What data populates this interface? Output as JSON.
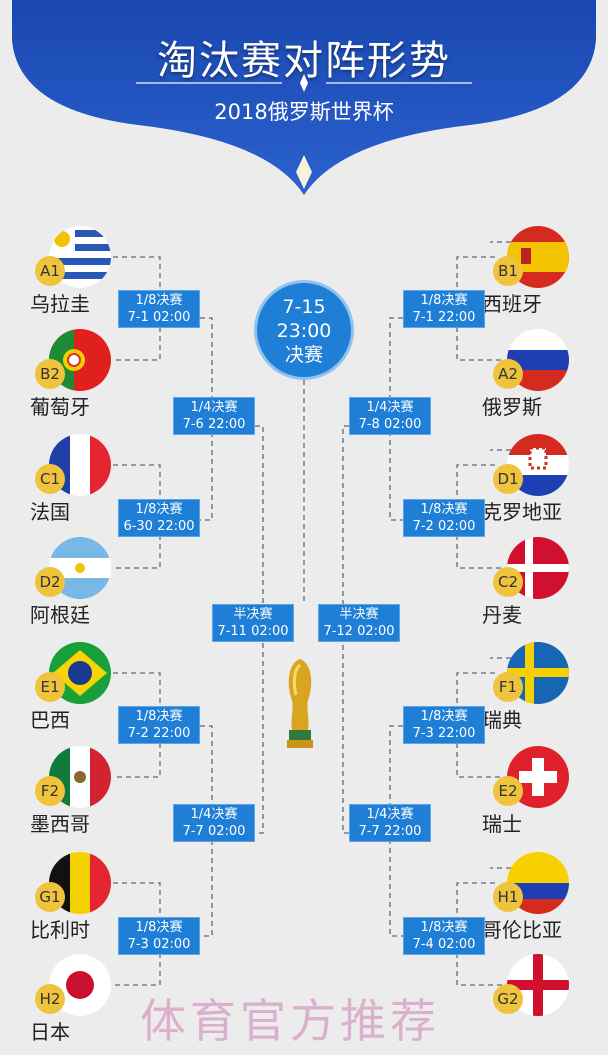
{
  "header": {
    "title": "淘汰赛对阵形势",
    "subtitle": "2018俄罗斯世界杯"
  },
  "final": {
    "date": "7-15",
    "time": "23:00",
    "label": "决赛"
  },
  "left_teams": [
    {
      "seed": "A1",
      "name": "乌拉圭",
      "flag": "uruguay"
    },
    {
      "seed": "B2",
      "name": "葡萄牙",
      "flag": "portugal"
    },
    {
      "seed": "C1",
      "name": "法国",
      "flag": "france"
    },
    {
      "seed": "D2",
      "name": "阿根廷",
      "flag": "argentina"
    },
    {
      "seed": "E1",
      "name": "巴西",
      "flag": "brazil"
    },
    {
      "seed": "F2",
      "name": "墨西哥",
      "flag": "mexico"
    },
    {
      "seed": "G1",
      "name": "比利时",
      "flag": "belgium"
    },
    {
      "seed": "H2",
      "name": "日本",
      "flag": "japan"
    }
  ],
  "right_teams": [
    {
      "seed": "B1",
      "name": "西班牙",
      "flag": "spain"
    },
    {
      "seed": "A2",
      "name": "俄罗斯",
      "flag": "russia"
    },
    {
      "seed": "D1",
      "name": "克罗地亚",
      "flag": "croatia"
    },
    {
      "seed": "C2",
      "name": "丹麦",
      "flag": "denmark"
    },
    {
      "seed": "F1",
      "name": "瑞典",
      "flag": "sweden"
    },
    {
      "seed": "E2",
      "name": "瑞士",
      "flag": "switzerland"
    },
    {
      "seed": "H1",
      "name": "哥伦比亚",
      "flag": "colombia"
    },
    {
      "seed": "G2",
      "name": "",
      "flag": "england"
    }
  ],
  "matches": {
    "left_r16": [
      {
        "label": "1/8决赛",
        "time": "7-1 02:00"
      },
      {
        "label": "1/8决赛",
        "time": "6-30 22:00"
      },
      {
        "label": "1/8决赛",
        "time": "7-2 22:00"
      },
      {
        "label": "1/8决赛",
        "time": "7-3 02:00"
      }
    ],
    "left_qf": [
      {
        "label": "1/4决赛",
        "time": "7-6 22:00"
      },
      {
        "label": "1/4决赛",
        "time": "7-7 02:00"
      }
    ],
    "left_sf": {
      "label": "半决赛",
      "time": "7-11 02:00"
    },
    "right_sf": {
      "label": "半决赛",
      "time": "7-12 02:00"
    },
    "right_qf": [
      {
        "label": "1/4决赛",
        "time": "7-8 02:00"
      },
      {
        "label": "1/4决赛",
        "time": "7-7 22:00"
      }
    ],
    "right_r16": [
      {
        "label": "1/8决赛",
        "time": "7-1 22:00"
      },
      {
        "label": "1/8决赛",
        "time": "7-2 02:00"
      },
      {
        "label": "1/8决赛",
        "time": "7-3 22:00"
      },
      {
        "label": "1/8决赛",
        "time": "7-4 02:00"
      }
    ]
  },
  "watermark": "体育官方推荐",
  "colors": {
    "header": "#1e4fb8",
    "box": "#1f7fd6",
    "badge": "#efc43c",
    "line": "#5a6a80"
  }
}
